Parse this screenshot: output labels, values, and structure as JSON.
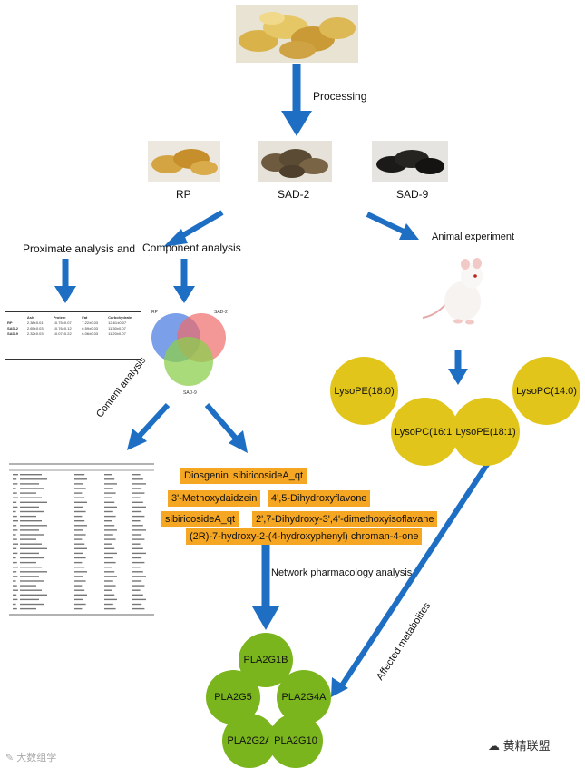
{
  "process_label": "Processing",
  "samples": [
    {
      "label": "RP"
    },
    {
      "label": "SAD-2"
    },
    {
      "label": "SAD-9"
    }
  ],
  "analysis_label_a": "Proximate analysis",
  "analysis_and": "and",
  "analysis_label_b": "Component analysis",
  "animal_label": "Animal experiment",
  "content_label": "Content analysis",
  "network_label": "Network pharmacology analysis",
  "affected_label": "Affected metabolites",
  "venn_labels": {
    "rp": "RP",
    "sad2": "SAD-2",
    "sad9": "SAD-9"
  },
  "proximate_table": {
    "headers": [
      "",
      "Ash",
      "Protein",
      "Fat",
      "Carbohydrate"
    ],
    "rows": [
      [
        "RP",
        "2.38±0.01",
        "10.75±0.07",
        "7.22±0.03",
        "12.61±0.07"
      ],
      [
        "SAD-2",
        "2.65±0.03",
        "10.76±0.12",
        "6.59±0.03",
        "11.30±0.07"
      ],
      [
        "SAD-9",
        "2.32±0.03",
        "10.07±0.22",
        "6.06±0.03",
        "11.20±0.07"
      ]
    ]
  },
  "compounds": [
    "Diosgenin",
    "sibiricosideA_qt",
    "3'-Methoxydaidzein",
    "4',5-Dihydroxyflavone",
    "sibiricosideA_qt",
    "2',7-Dihydroxy-3',4'-dimethoxyisoflavane",
    "(2R)-7-hydroxy-2-(4-hydroxyphenyl) chroman-4-one"
  ],
  "lipids": [
    "LysoPE(18:0)",
    "LysoPC(14:0)",
    "LysoPC(16:1)",
    "LysoPE(18:1)"
  ],
  "genes": [
    "PLA2G1B",
    "PLA2G5",
    "PLA2G4A",
    "PLA2G2A",
    "PLA2G10"
  ],
  "watermark_left": "大数组学",
  "watermark_right": "黄精联盟",
  "colors": {
    "arrow": "#1e6fc4",
    "compound": "#f5a623",
    "lipid": "#e2c51a",
    "gene": "#7ab51d"
  }
}
